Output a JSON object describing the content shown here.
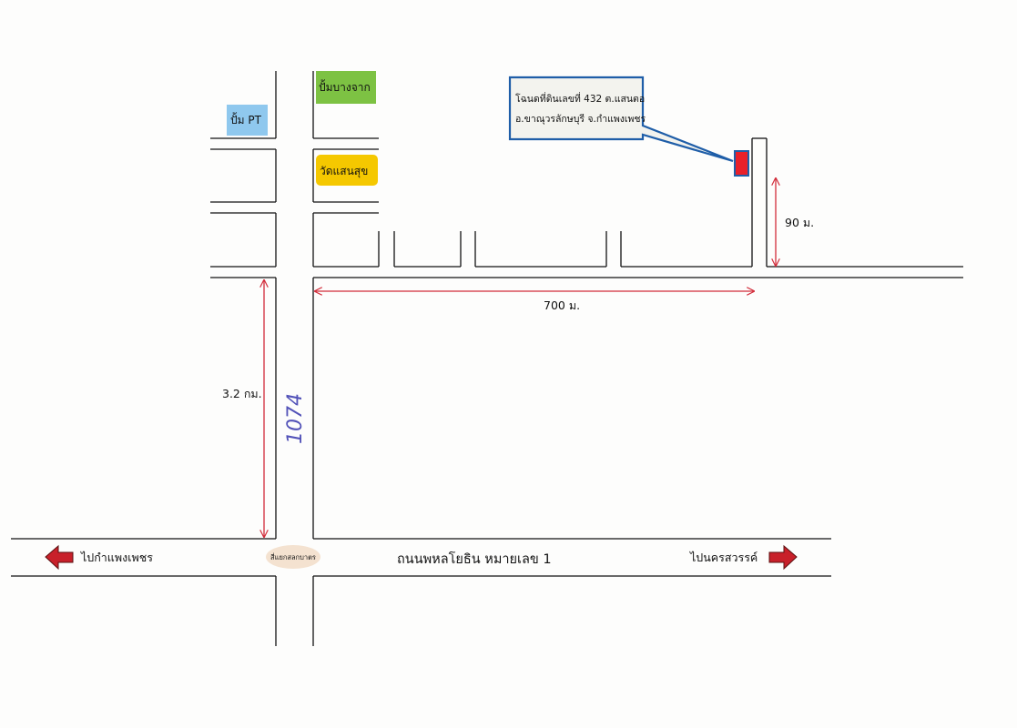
{
  "landmarks": {
    "pump_bangchak": {
      "label": "ปั้มบางจาก",
      "color": "#7dc243"
    },
    "pump_pt": {
      "label": "ปั้ม PT",
      "color": "#8fc8ee"
    },
    "temple": {
      "label": "วัดแสนสุข",
      "color": "#f5c800"
    },
    "intersection": {
      "label": "สี่แยกสลกบาตร",
      "color": "#f4e2d0"
    }
  },
  "callout": {
    "line1": "โฉนดที่ดินเลขที่ 432 ต.แสนตอ",
    "line2": "อ.ขาณุวรลักษบุรี จ.กำแพงเพชร",
    "border_color": "#1f5ea8",
    "fill_color": "#f3f3ee"
  },
  "target_marker": {
    "color": "#e8202a",
    "border_color": "#1f5ea8"
  },
  "distances": {
    "to_side_road": "90 ม.",
    "along_road": "700 ม.",
    "from_highway": "3.2 กม."
  },
  "dimension_color": "#d22c3a",
  "road_number": "1074",
  "main_road": {
    "name": "ถนนพหลโยธิน หมายเลข 1",
    "left_direction": "ไปกำแพงเพชร",
    "right_direction": "ไปนครสวรรค์",
    "arrow_color": "#c8202a"
  }
}
